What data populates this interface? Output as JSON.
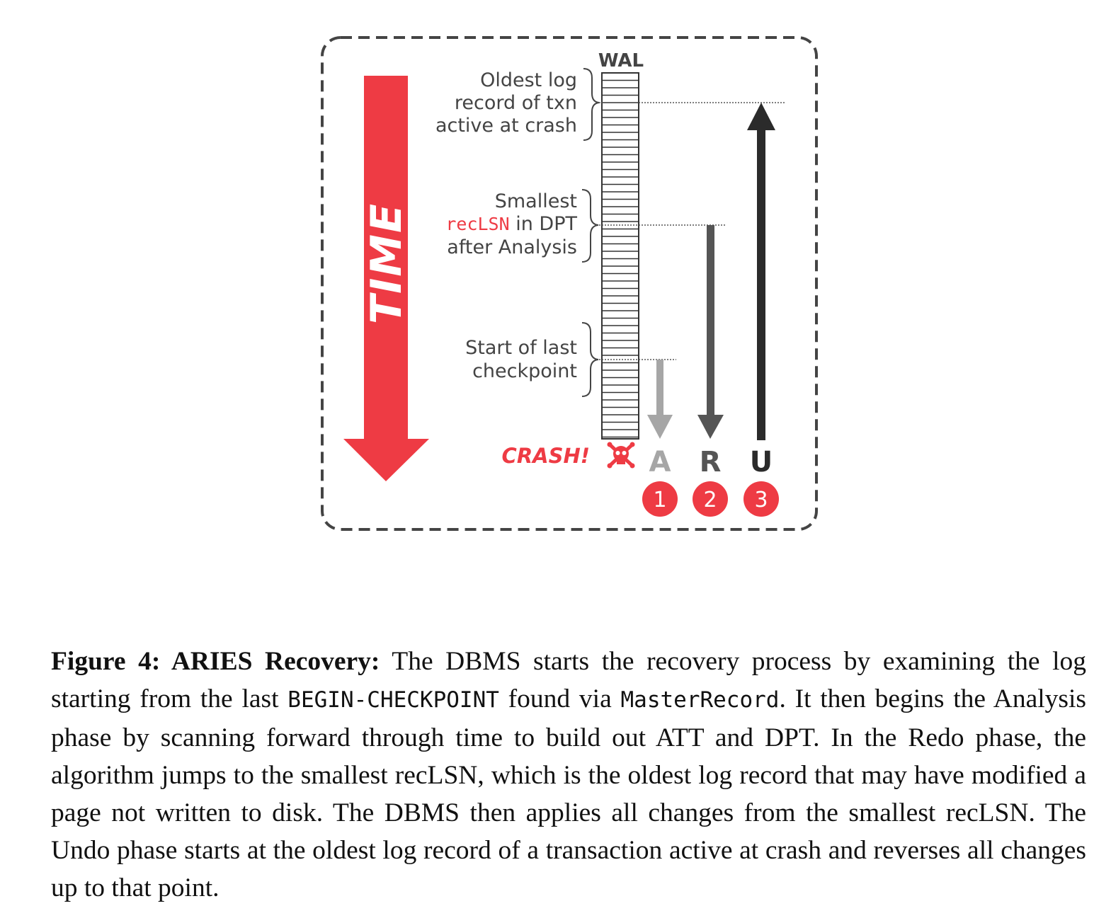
{
  "diagram": {
    "wal_title": "WAL",
    "time_label": "TIME",
    "labels": {
      "oldest": [
        "Oldest log",
        "record of txn",
        "active at crash"
      ],
      "smallest_line1": "Smallest",
      "smallest_reclsn": "recLSN",
      "smallest_line2_rest": " in DPT",
      "smallest_line3": "after Analysis",
      "checkpoint": [
        "Start of last",
        "checkpoint"
      ]
    },
    "crash_label": "CRASH!",
    "phases": [
      {
        "letter": "A",
        "number": "1",
        "color": "#a6a6a6"
      },
      {
        "letter": "R",
        "number": "2",
        "color": "#555555"
      },
      {
        "letter": "U",
        "number": "3",
        "color": "#2b2b2b"
      }
    ],
    "colors": {
      "accent_red": "#ee3b44",
      "text_gray": "#444444"
    },
    "icons": [
      "skull-crossbones-icon"
    ]
  },
  "caption": {
    "figure_label": "Figure 4: ARIES Recovery:",
    "part1": " The DBMS starts the recovery process by examining the log starting from the last ",
    "code1": "BEGIN-CHECKPOINT",
    "part2": " found via ",
    "code2": "MasterRecord",
    "part3": ". It then begins the Analysis phase by scanning forward through time to build out ATT and DPT. In the Redo phase, the algorithm jumps to the smallest recLSN, which is the oldest log record that may have modified a page not written to disk. The DBMS then applies all changes from the smallest recLSN. The Undo phase starts at the oldest log record of a transaction active at crash and reverses all changes up to that point."
  }
}
